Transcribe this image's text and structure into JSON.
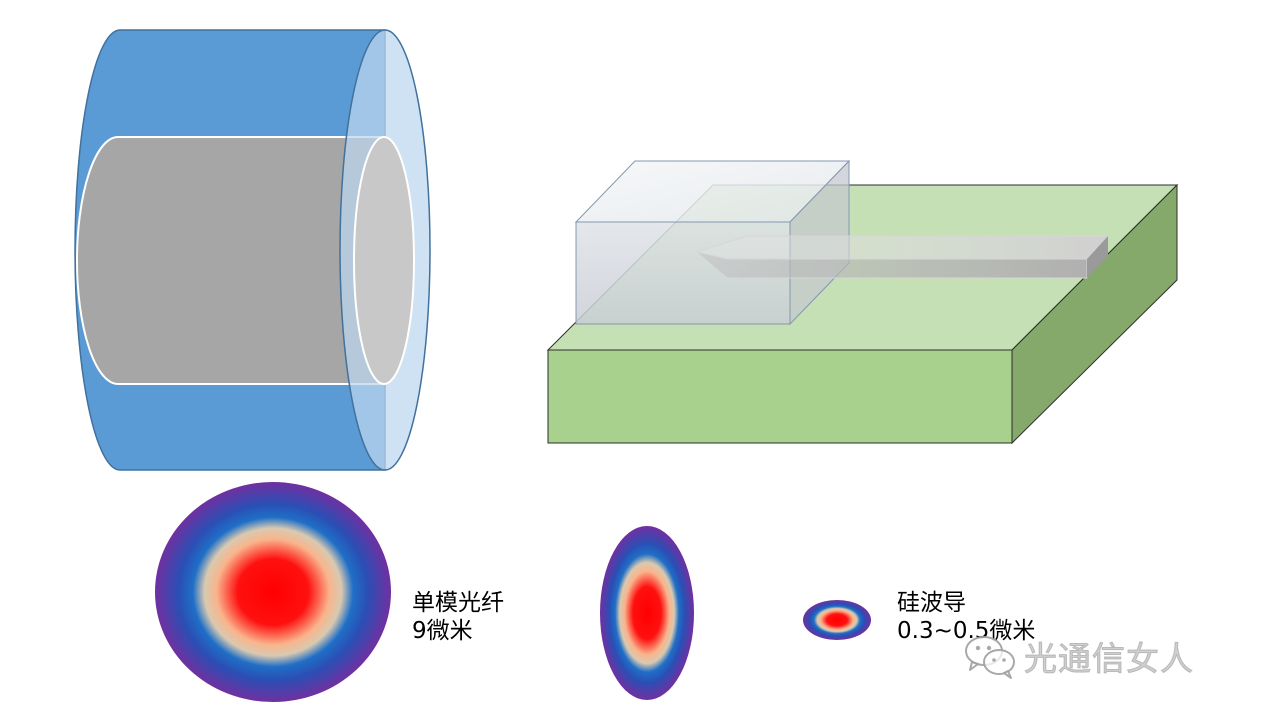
{
  "labels": {
    "fiber_title": "单模光纤",
    "fiber_size": "9微米",
    "waveguide_title": "硅波导",
    "waveguide_size": "0.3~0.5微米"
  },
  "watermark": {
    "text": "光通信女人",
    "icon": "wechat-icon"
  },
  "colors": {
    "fiber_jacket": "#5b9bd5",
    "fiber_core": "#a6a6a6",
    "substrate_top": "#c5e0b4",
    "substrate_front": "#a9d18e",
    "substrate_side": "#85a86b",
    "mode_center": "#ff0000",
    "mode_edge": "#7030a0"
  }
}
